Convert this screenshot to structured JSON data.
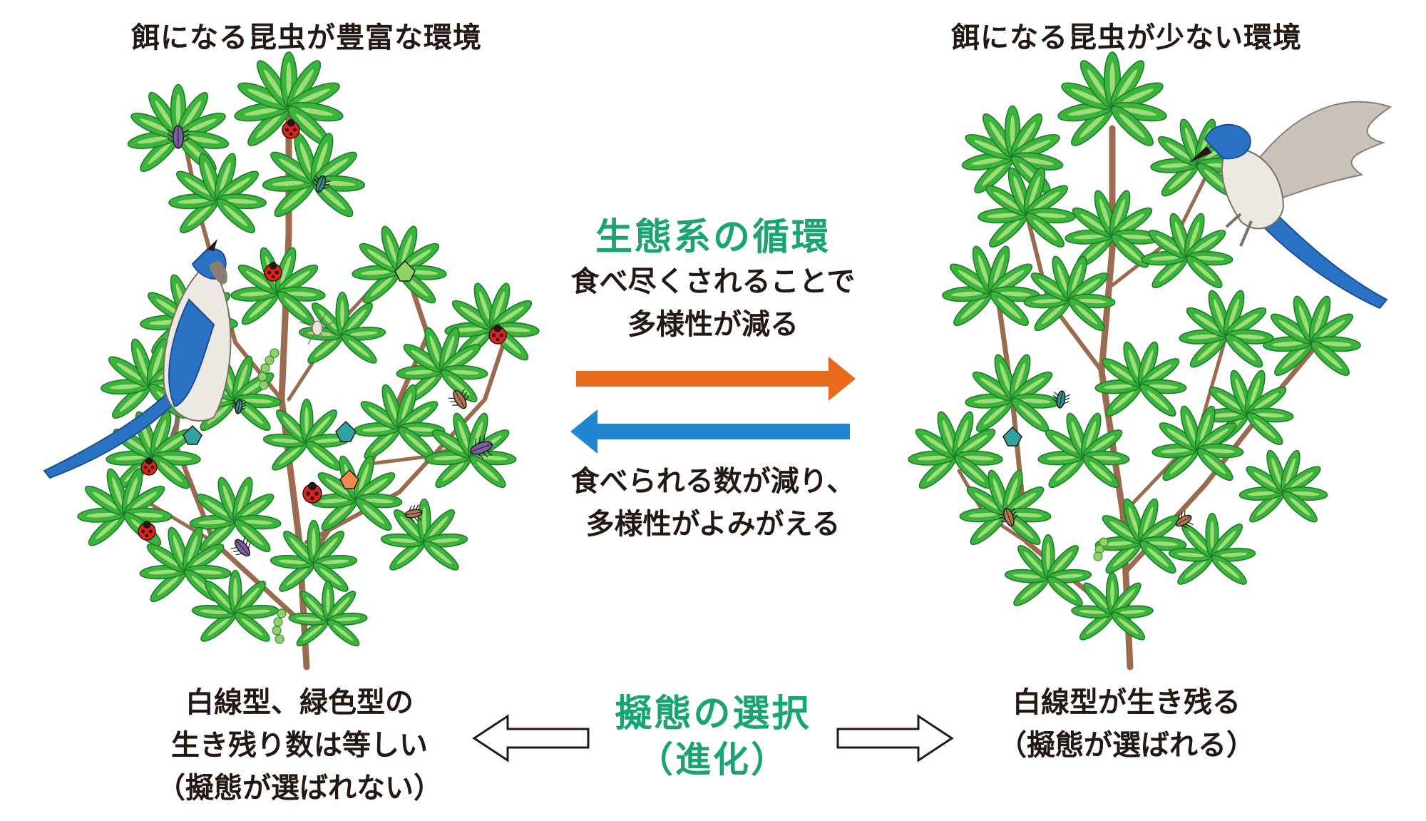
{
  "left_panel": {
    "title": "餌になる昆虫が豊富な環境",
    "caption_lines": [
      "白線型、緑色型の",
      "生き残り数は等しい",
      "（擬態が選ばれない）"
    ]
  },
  "right_panel": {
    "title": "餌になる昆虫が少ない環境",
    "caption_lines": [
      "白線型が生き残る",
      "（擬態が選ばれる）"
    ]
  },
  "ecosystem": {
    "heading": "生態系の循環",
    "top_text": [
      "食べ尽くされることで",
      "多様性が減る"
    ],
    "bottom_text": [
      "食べられる数が減り、",
      "多様性がよみがえる"
    ],
    "arrow_right_color": "#ea6a1b",
    "arrow_left_color": "#1f86d2"
  },
  "selection": {
    "heading": "擬態の選択",
    "subheading": "（進化）"
  },
  "colors": {
    "accent": "#1aa374",
    "leaf": "#3cb43c",
    "branch": "#9b6b4f",
    "bird_blue": "#2a72c4"
  }
}
